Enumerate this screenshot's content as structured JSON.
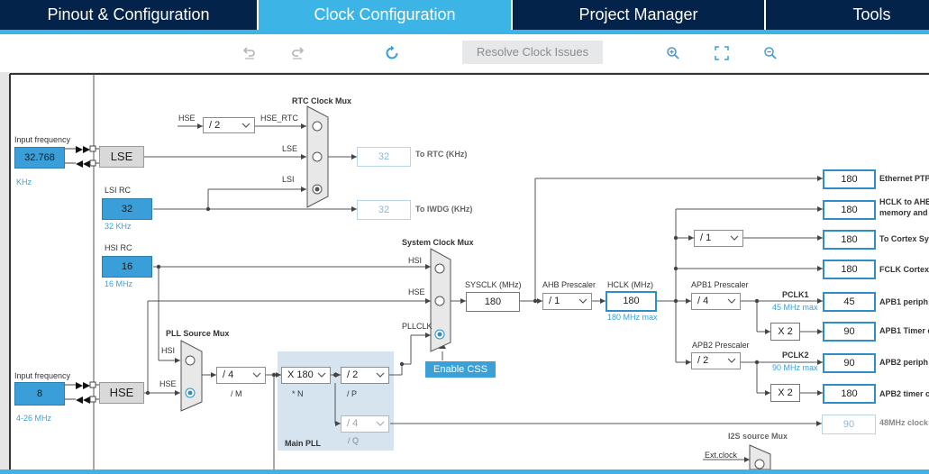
{
  "tabs": [
    {
      "label": "Pinout & Configuration"
    },
    {
      "label": "Clock Configuration"
    },
    {
      "label": "Project Manager"
    },
    {
      "label": "Tools"
    }
  ],
  "toolbar": {
    "resolve_label": "Resolve Clock Issues",
    "icons": [
      "undo-icon",
      "redo-icon",
      "refresh-icon",
      "zoom-in-icon",
      "fit-screen-icon",
      "zoom-out-icon"
    ]
  },
  "colors": {
    "accent": "#3cb4e6",
    "nav_bg": "#03234b",
    "box_blue": "#3a9fd8"
  },
  "diagram": {
    "lse": {
      "input_label": "Input frequency",
      "input_value": "32.768",
      "unit": "KHz",
      "block_label": "LSE"
    },
    "lsi": {
      "title": "LSI RC",
      "value": "32",
      "freq": "32 KHz"
    },
    "hsi": {
      "title": "HSI RC",
      "value": "16",
      "freq": "16 MHz"
    },
    "hse": {
      "input_label": "Input frequency",
      "input_value": "8",
      "range": "4-26 MHz",
      "block_label": "HSE"
    },
    "rtc_mux": {
      "title": "RTC Clock Mux",
      "hse_label": "HSE",
      "hse_div": "/ 2",
      "hse_rtc_label": "HSE_RTC",
      "lse_label": "LSE",
      "lsi_label": "LSI",
      "rtc_value": "32",
      "rtc_label": "To RTC (KHz)",
      "iwdg_value": "32",
      "iwdg_label": "To IWDG (KHz)"
    },
    "pll_source_mux": {
      "title": "PLL Source Mux",
      "hsi_label": "HSI",
      "hse_label": "HSE"
    },
    "main_pll": {
      "title": "Main PLL",
      "m_value": "/ 4",
      "m_label": "/ M",
      "n_value": "X 180",
      "n_label": "* N",
      "p_value": "/ 2",
      "p_label": "/ P",
      "q_value": "/ 4",
      "q_label": "/ Q"
    },
    "sys_mux": {
      "title": "System Clock Mux",
      "hsi_label": "HSI",
      "hse_label": "HSE",
      "pllclk_label": "PLLCLK",
      "css_label": "Enable CSS"
    },
    "sysclk": {
      "label": "SYSCLK (MHz)",
      "value": "180"
    },
    "ahb": {
      "label": "AHB Prescaler",
      "value": "/ 1"
    },
    "hclk": {
      "label": "HCLK (MHz)",
      "value": "180",
      "max": "180 MHz max"
    },
    "apb1": {
      "label": "APB1 Prescaler",
      "value": "/ 4",
      "pclk_label": "PCLK1",
      "pclk_max": "45 MHz max",
      "timer_mult": "X 2"
    },
    "apb2": {
      "label": "APB2 Prescaler",
      "value": "/ 2",
      "pclk_label": "PCLK2",
      "pclk_max": "90 MHz max",
      "timer_mult": "X 2"
    },
    "cortex_div": "/ 1",
    "outputs": [
      {
        "value": "180",
        "label": "Ethernet PTP"
      },
      {
        "value": "180",
        "label": "HCLK to AHB",
        "label2": "memory and"
      },
      {
        "value": "180",
        "label": "To Cortex Sy"
      },
      {
        "value": "180",
        "label": "FCLK Cortex"
      },
      {
        "value": "45",
        "label": "APB1 periph"
      },
      {
        "value": "90",
        "label": "APB1 Timer c"
      },
      {
        "value": "90",
        "label": "APB2 periph"
      },
      {
        "value": "180",
        "label": "APB2 timer c"
      },
      {
        "value": "90",
        "label": "48MHz clock"
      }
    ],
    "i2s": {
      "title": "I2S source Mux",
      "ext_label": "Ext.clock"
    }
  }
}
